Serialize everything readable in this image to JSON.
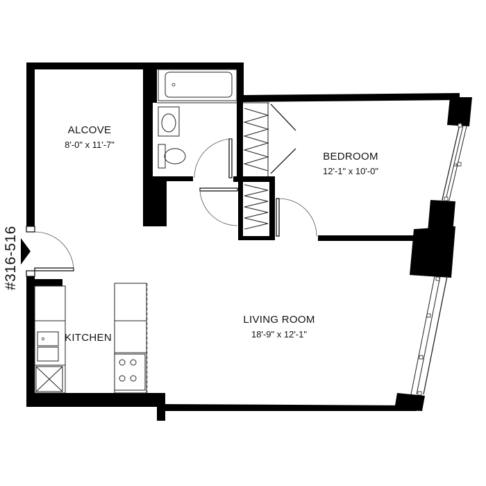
{
  "unit": {
    "number": "#316-516"
  },
  "rooms": {
    "alcove": {
      "name": "ALCOVE",
      "dims": "8'-0\" x 11'-7\""
    },
    "bedroom": {
      "name": "BEDROOM",
      "dims": "12'-1\" x 10'-0\""
    },
    "living_room": {
      "name": "LIVING ROOM",
      "dims": "18'-9\" x 12'-1\""
    },
    "kitchen": {
      "name": "KITCHEN"
    }
  }
}
